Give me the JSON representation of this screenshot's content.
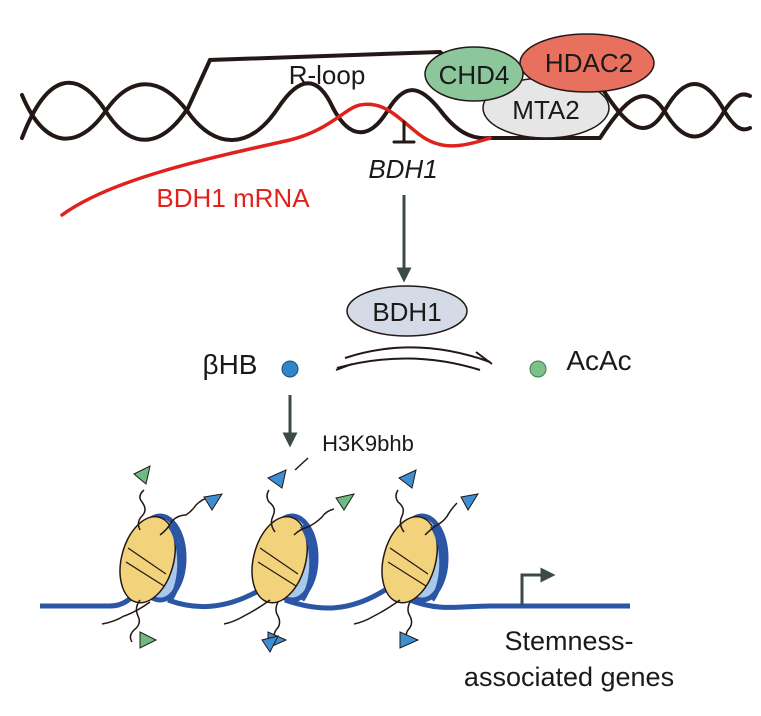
{
  "labels": {
    "rloop": "R-loop",
    "chd4": "CHD4",
    "hdac2": "HDAC2",
    "mta2": "MTA2",
    "bdh1_gene": "BDH1",
    "bdh1_mrna": "BDH1 mRNA",
    "bdh1_enzyme": "BDH1",
    "bhb": "βHB",
    "acac": "AcAc",
    "h3k9bhb": "H3K9bhb",
    "stemness_line1": "Stemness-",
    "stemness_line2": "associated genes"
  },
  "colors": {
    "dna": "#231815",
    "mrna": "#e0211c",
    "chd4_fill": "#8cc79c",
    "hdac2_fill": "#e8705f",
    "mta2_fill": "#e6e6e6",
    "bdh1_fill": "#d4dbe6",
    "bhb_dot": "#2f86c8",
    "acac_dot": "#7cc08a",
    "chromatin_blue": "#2b55a5",
    "histone_core": "#f3d27c",
    "histone_light_blue": "#a9c9ea",
    "mark_blue": "#3d8fd4",
    "mark_green": "#6dba84",
    "arrow": "#3c4a4a"
  }
}
